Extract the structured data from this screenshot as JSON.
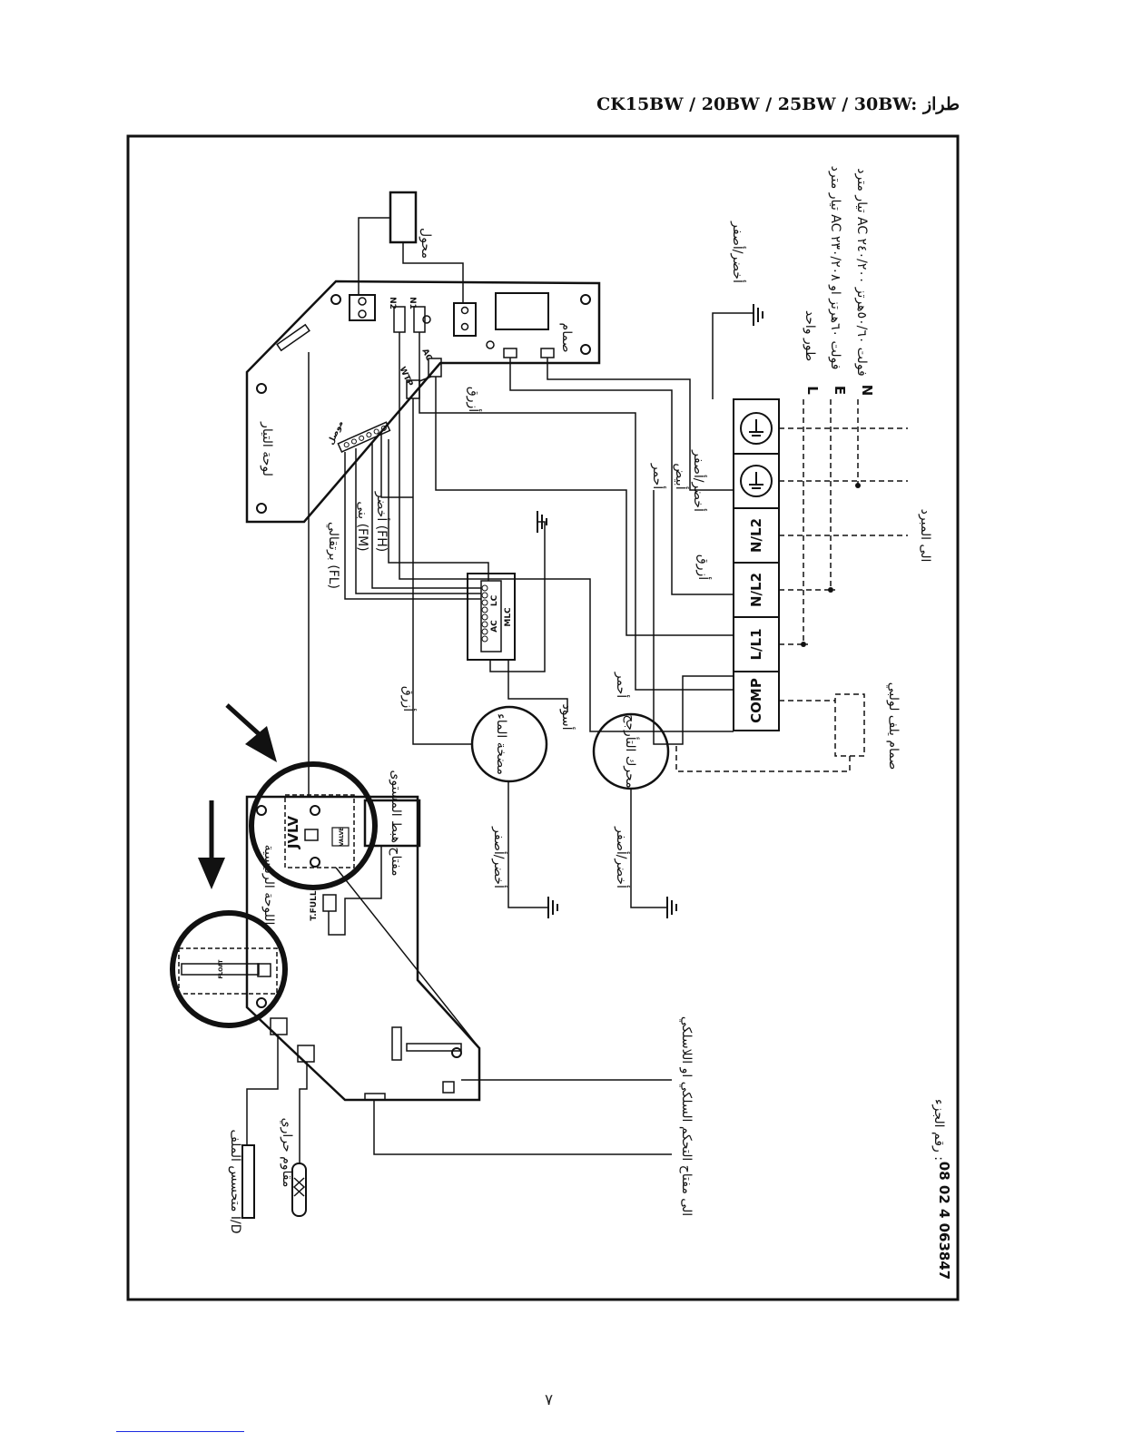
{
  "header": {
    "model_line": "CK15BW / 20BW / 25BW / 30BW: طراز"
  },
  "page": {
    "number": "٧"
  },
  "diagram": {
    "power_board_label": "لوحة التيار",
    "transformer_label": "محول",
    "valve_label": "صمام",
    "blue_1": "أزرق",
    "blue_2": "أزرق",
    "blue_3": "أزرق",
    "fl_label": "برتقالي (FL)",
    "fm_label": "بني (FM)",
    "fh_label": "أخضر (FH)",
    "connector_label": "موصل",
    "red_1": "أحمر",
    "white_1": "أبيض",
    "gy_top": "أخضر/أصفر",
    "gy_mid": "أخضر/أصفر",
    "gy_pump": "أخضر/أصفر",
    "gy_motor": "أخضر/أصفر",
    "water_pump_label": "مضخة الماء",
    "drain_motor_label": "محرك التأرجح",
    "black_label": "أسود",
    "red_2": "أحمر",
    "level_switch_label": "مفتاح هبط المستوى",
    "main_board_label": "اللوحة الرئيسية",
    "tfull_label": "T.FULL",
    "jvlv_label": "JVLV",
    "coil_sensor_label": "متحسس الملف I/D",
    "thermistor_label": "مقاوم حراري",
    "remote_label": "الى مفتاح التحكم السلكي او اللاسلكي",
    "part_label": "رقم الجزء :",
    "part_number": "08 02 4 063847",
    "to_unit_label": "الى المبرد",
    "reversing_valve_label": "صمام يلف لولبي",
    "single_phase": "طور واحد",
    "supply_1": "تيار مترد AC ۲۳۰/۲۰۸ فولت ٦۰هرتز او",
    "supply_2": "تيار مترد AC ۲٤۰/۲۰۰ فولت ٥۰/٦۰هرتز",
    "terminals": [
      "COMP",
      "L/L1",
      "N/L2",
      "N/L2"
    ],
    "phase_letters": [
      "L",
      "E",
      "N"
    ],
    "board_marks": {
      "n2": "N2",
      "n1": "N1",
      "wtp": "WTP",
      "ac": "AC",
      "mlc": "MLC",
      "lc": "LC",
      "ac2": "AC",
      "valve": "VALVE",
      "float": "FLOAT"
    }
  }
}
